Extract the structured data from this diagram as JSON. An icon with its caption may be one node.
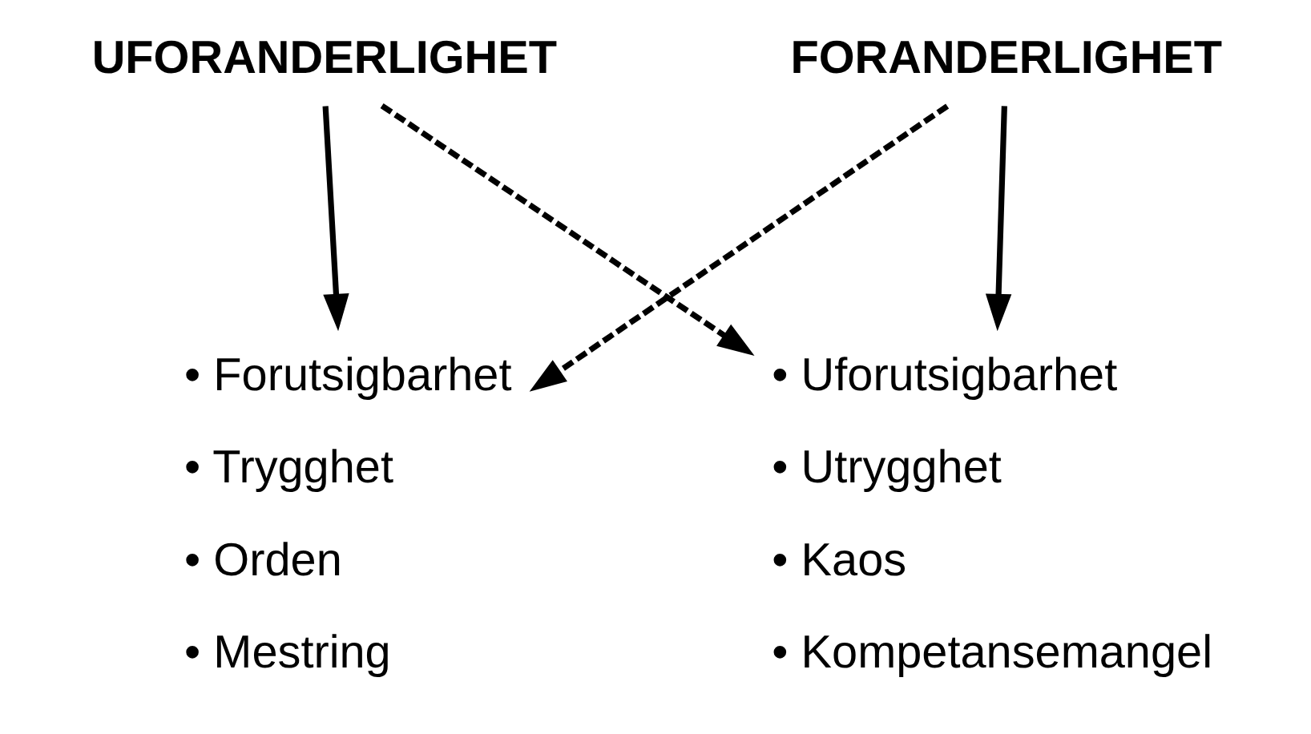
{
  "diagram": {
    "nodes": [
      {
        "text": [
          "UFORANDERLIGHET"
        ]
      },
      {
        "text": [
          "FORANDERLIGHET"
        ]
      },
      {
        "text": [
          "• Forutsigbarhet",
          "• Trygghet",
          "• Orden",
          "• Mestring"
        ]
      },
      {
        "text": [
          "• Uforutsigbarhet",
          "• Utrygghet",
          "• Kaos",
          "• Kompetansemangel"
        ]
      }
    ],
    "edges": [
      {
        "from": 0,
        "to": 2,
        "arrow": "to"
      },
      {
        "from": 0,
        "to": 3,
        "arrow": "to",
        "style": "dashed"
      },
      {
        "from": 1,
        "to": 2,
        "arrow": "to",
        "style": "dashed"
      },
      {
        "from": 1,
        "to": 3,
        "arrow": "to"
      }
    ]
  }
}
